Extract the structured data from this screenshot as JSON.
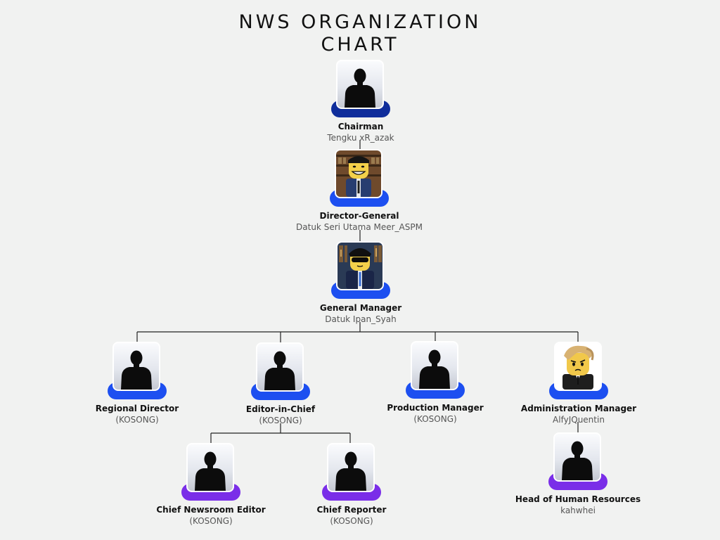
{
  "title": {
    "line1": "NWS ORGANIZATION",
    "line2": "CHART"
  },
  "colors": {
    "navy": "#0f2d9b",
    "blue": "#1d4ff0",
    "purple": "#7a2ee8",
    "line": "#222222"
  },
  "nodes": [
    {
      "role": "Chairman",
      "name": "Tengku xR_azak",
      "avatar": "silhouette-icon",
      "pedestal": "navy"
    },
    {
      "role": "Director-General",
      "name": "Datuk Seri Utama Meer_ASPM",
      "avatar": "avatar-smiling-suit",
      "pedestal": "blue"
    },
    {
      "role": "General Manager",
      "name": "Datuk Ipan_Syah",
      "avatar": "avatar-sunglasses-suit",
      "pedestal": "blue"
    },
    {
      "role": "Regional Director",
      "name": "(KOSONG)",
      "avatar": "silhouette-icon",
      "pedestal": "blue"
    },
    {
      "role": "Editor-in-Chief",
      "name": "(KOSONG)",
      "avatar": "silhouette-icon",
      "pedestal": "blue"
    },
    {
      "role": "Production Manager",
      "name": "(KOSONG)",
      "avatar": "silhouette-icon",
      "pedestal": "blue"
    },
    {
      "role": "Administration Manager",
      "name": "AlfyJQuentin",
      "avatar": "avatar-blonde-frown",
      "pedestal": "blue"
    },
    {
      "role": "Chief Newsroom Editor",
      "name": "(KOSONG)",
      "avatar": "silhouette-icon",
      "pedestal": "purple"
    },
    {
      "role": "Chief Reporter",
      "name": "(KOSONG)",
      "avatar": "silhouette-icon",
      "pedestal": "purple"
    },
    {
      "role": "Head of Human Resources",
      "name": "kahwhei",
      "avatar": "silhouette-icon",
      "pedestal": "purple"
    }
  ]
}
